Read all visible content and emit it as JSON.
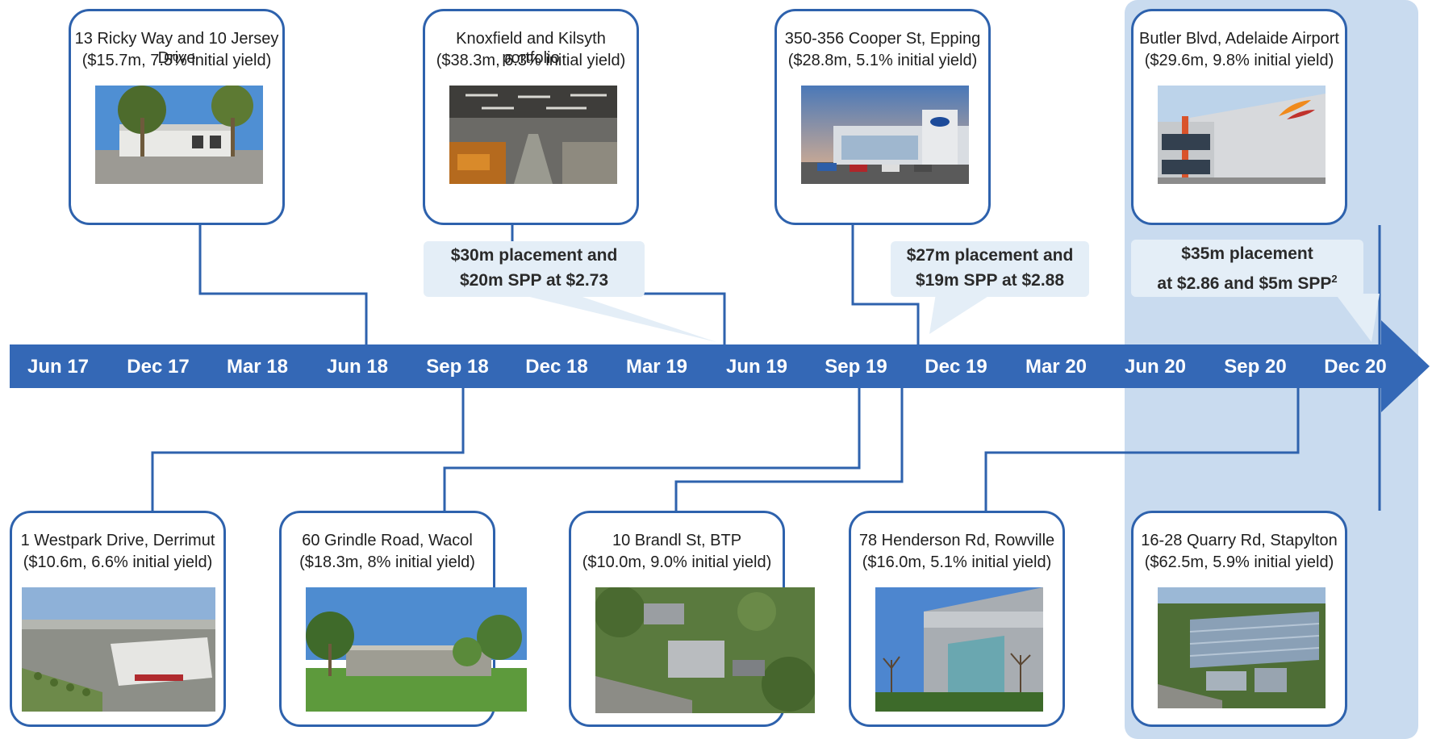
{
  "timeline": {
    "ticks": [
      "Jun 17",
      "Dec 17",
      "Mar 18",
      "Jun 18",
      "Sep 18",
      "Dec 18",
      "Mar 19",
      "Jun 19",
      "Sep 19",
      "Dec 19",
      "Mar 20",
      "Jun 20",
      "Sep 20",
      "Dec 20"
    ]
  },
  "acquisitions_top": [
    {
      "name": "13 Ricky Way and 10 Jersey Drive",
      "details": "($15.7m, 7.5% initial yield)"
    },
    {
      "name": "Knoxfield and Kilsyth portfolio",
      "details": "($38.3m, 6.3% initial yield)"
    },
    {
      "name": "350-356 Cooper St, Epping",
      "details": "($28.8m, 5.1% initial yield)"
    },
    {
      "name": "Butler Blvd, Adelaide Airport",
      "details": "($29.6m, 9.8% initial yield)"
    }
  ],
  "acquisitions_bottom": [
    {
      "name": "1 Westpark Drive, Derrimut",
      "details": "($10.6m, 6.6% initial yield)"
    },
    {
      "name": "60 Grindle Road, Wacol",
      "details": "($18.3m, 8% initial yield)"
    },
    {
      "name": "10 Brandl St, BTP",
      "details": "($10.0m, 9.0% initial yield)"
    },
    {
      "name": "78 Henderson Rd, Rowville",
      "details": "($16.0m, 5.1% initial yield)"
    },
    {
      "name": "16-28 Quarry Rd, Stapylton",
      "details": "($62.5m, 5.9% initial yield)"
    }
  ],
  "capital_raisings": [
    {
      "line1": "$30m placement and",
      "line2": "$20m SPP at $2.73"
    },
    {
      "line1": "$27m placement and",
      "line2": "$19m SPP at $2.88"
    },
    {
      "line1": "$35m placement",
      "line2": "at $2.86 and $5m SPP",
      "footnote": "2"
    }
  ],
  "colors": {
    "timeline": "#3468b6",
    "card_border": "#2e62ad",
    "connector": "#2e62ad",
    "callout_bg": "#e4eef7",
    "highlight_band": "#c9dbef"
  }
}
